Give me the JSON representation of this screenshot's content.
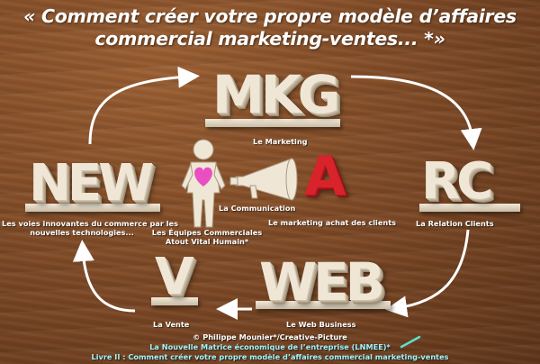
{
  "title": {
    "line1": "« Comment créer votre propre modèle d’affaires",
    "line2": "commercial marketing-ventes... *»"
  },
  "blocks": {
    "mkg": "MKG",
    "new": "NEW",
    "a": "A",
    "rc": "RC",
    "v": "V",
    "web": "WEB"
  },
  "labels": {
    "mkg": "Le Marketing",
    "new_line1": "Les voies innovantes du commerce par les",
    "new_line2": "nouvelles technologies...",
    "equipes_line1": "Les Équipes Commerciales",
    "equipes_line2": "Atout Vital Humain*",
    "communication": "La Communication",
    "achat": "Le marketing achat des clients",
    "rc": "La Relation Clients",
    "vente": "La Vente",
    "web": "Le Web Business"
  },
  "credits": {
    "line1": "© Philippe Mounier*/Creative-Picture",
    "line2": "La Nouvelle Matrice économique de l’entreprise (LNMEE)*",
    "line3": "Livre II : Comment créer votre propre modèle d’affaires commercial marketing-ventes"
  },
  "colors": {
    "background": "#7a4a26",
    "credit_line1": "#ffffff",
    "credit_line2": "#9ef5ff",
    "credit_line3": "#9ef5ff",
    "heart": "#e94fc0",
    "letter_a": "#d8232a",
    "arrow": "#ffffff"
  },
  "icons": [
    "heart-icon",
    "megaphone-icon",
    "person-figure-icon",
    "cycle-arrow-icon"
  ]
}
